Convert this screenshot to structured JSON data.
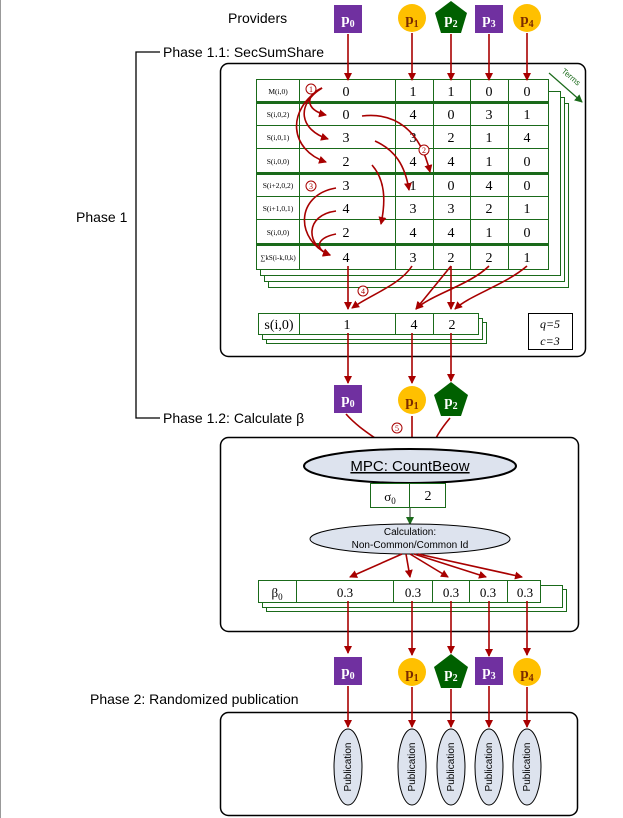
{
  "labels": {
    "providers": "Providers",
    "phase_1_1": "Phase 1.1: SecSumShare",
    "phase_1": "Phase 1",
    "phase_1_2": "Phase 1.2: Calculate β",
    "phase_2": "Phase 2: Randomized publication",
    "terms": "Terms",
    "q": "q=5",
    "c": "c=3",
    "mpc": "MPC: CountBeow",
    "calc_line1": "Calculation:",
    "calc_line2": "Non-Common/Common Id",
    "publication": "Publication"
  },
  "providers_top": [
    {
      "label": "p0",
      "shape": "square",
      "color": "#7030a0"
    },
    {
      "label": "p1",
      "shape": "circle",
      "color": "#ffc000"
    },
    {
      "label": "p2",
      "shape": "pentagon",
      "color": "#006000"
    },
    {
      "label": "p3",
      "shape": "square",
      "color": "#7030a0"
    },
    {
      "label": "p4",
      "shape": "circle",
      "color": "#ffc000"
    }
  ],
  "providers_mid": [
    {
      "label": "p0",
      "shape": "square",
      "color": "#7030a0"
    },
    {
      "label": "p1",
      "shape": "circle",
      "color": "#ffc000"
    },
    {
      "label": "p2",
      "shape": "pentagon",
      "color": "#006000"
    }
  ],
  "table": {
    "rows": [
      {
        "label": "M(i,0)",
        "values": [
          "0",
          "1",
          "1",
          "0",
          "0"
        ]
      },
      {
        "label": "S(i,0,2)",
        "values": [
          "0",
          "4",
          "0",
          "3",
          "1"
        ]
      },
      {
        "label": "S(i,0,1)",
        "values": [
          "3",
          "3",
          "2",
          "1",
          "4"
        ]
      },
      {
        "label": "S(i,0,0)",
        "values": [
          "2",
          "4",
          "4",
          "1",
          "0"
        ]
      },
      {
        "label": "S(i+2,0,2)",
        "values": [
          "3",
          "1",
          "0",
          "4",
          "0"
        ]
      },
      {
        "label": "S(i+1,0,1)",
        "values": [
          "4",
          "3",
          "3",
          "2",
          "1"
        ]
      },
      {
        "label": "S(i,0,0)",
        "values": [
          "2",
          "4",
          "4",
          "1",
          "0"
        ]
      },
      {
        "label": "∑kS(i-k,0,k)",
        "values": [
          "4",
          "3",
          "2",
          "2",
          "1"
        ]
      }
    ]
  },
  "s_row": {
    "label": "s(i,0)",
    "values": [
      "1",
      "4",
      "2"
    ]
  },
  "sigma_row": {
    "label": "σ0",
    "value": "2"
  },
  "beta_row": {
    "label": "β0",
    "values": [
      "0.3",
      "0.3",
      "0.3",
      "0.3",
      "0.3"
    ]
  },
  "steps": [
    "1",
    "2",
    "3",
    "4",
    "5"
  ]
}
